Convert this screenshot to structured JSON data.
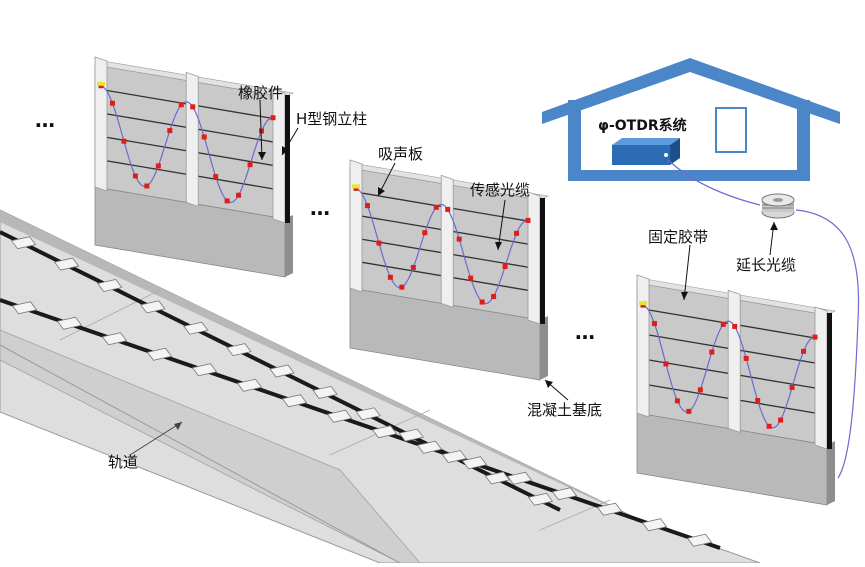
{
  "labels": {
    "rubber": "橡胶件",
    "h_column": "H型钢立柱",
    "absorber": "吸声板",
    "sensing_cable": "传感光缆",
    "fixing_tape": "固定胶带",
    "extension_cable": "延长光缆",
    "concrete_base": "混凝土基底",
    "track": "轨道",
    "system": "φ-OTDR系统"
  },
  "ellipses": [
    "…",
    "…",
    "…",
    "…"
  ],
  "colors": {
    "house": "#4a86c8",
    "device": "#2b6cb5",
    "sensor_dot": "#e21b1b",
    "fiber": "#6b6bd0",
    "tape": "#e8e82a",
    "panel": "#c9c9c9",
    "panel_line": "#333333",
    "track_bed": "#dcdcdc",
    "rail": "#1a1a1a"
  }
}
